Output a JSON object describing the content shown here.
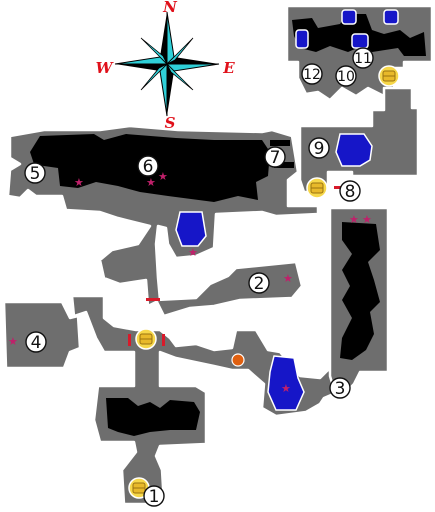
{
  "compass": {
    "north": "N",
    "south": "S",
    "east": "E",
    "west": "W",
    "star_color": "#2fd0d8"
  },
  "colors": {
    "floor": "#6e6e6e",
    "wall": "#000000",
    "water": "#1616c8",
    "marker_star": "#c0206a",
    "chest": "#e8b92a",
    "door": "#d81a2a",
    "fire": "#e06010"
  },
  "markers": [
    "1",
    "2",
    "3",
    "4",
    "5",
    "6",
    "7",
    "8",
    "9",
    "10",
    "11",
    "12"
  ],
  "legend_icons": [
    "treasure-chest-icon",
    "star-icon",
    "door-icon",
    "fire-icon"
  ]
}
